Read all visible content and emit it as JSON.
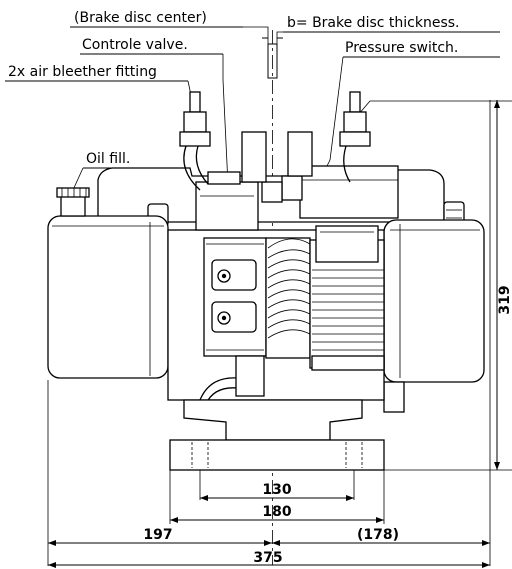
{
  "labels": {
    "brake_disc_center": "(Brake disc center)",
    "brake_disc_thickness": "b= Brake disc thickness.",
    "control_valve": "Controle valve.",
    "pressure_switch": "Pressure switch.",
    "air_bleeder": "2x air bleether fitting",
    "oil_fill": "Oil fill."
  },
  "dimensions": {
    "height": "319",
    "flange_inner": "130",
    "flange_outer": "180",
    "left_offset": "197",
    "right_offset": "(178)",
    "overall_width": "375"
  },
  "colors": {
    "line": "#000000",
    "body_fill": "#ffffff",
    "shade": "#e6e6e6"
  }
}
